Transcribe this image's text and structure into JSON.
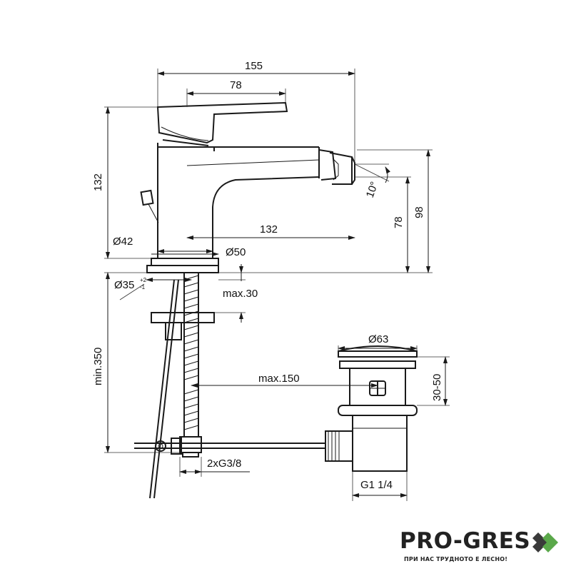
{
  "dimensions": {
    "overall_width": "155",
    "lever_length": "78",
    "overall_height": "132",
    "spout_reach": "132",
    "spout_height_to_outlet": "78",
    "spout_height_top": "98",
    "tilt_angle": "10°",
    "base_diameter": "Ø42",
    "escutcheon_diameter": "Ø50",
    "hole_diameter": "Ø35",
    "hole_tolerance_upper": "+2",
    "hole_tolerance_lower": "-1",
    "deck_thickness_max": "max.30",
    "hose_length_min": "min.350",
    "pop_up_distance_max": "max.150",
    "waste_cap_diameter": "Ø63",
    "waste_thickness_range": "30-50",
    "connections": "2xG3/8",
    "waste_thread": "G1 1/4"
  },
  "brand": {
    "name": "PRO-GRES",
    "tagline": "ПРИ НАС ТРУДНОТО Е ЛЕСНО!",
    "mark_color_dark": "#3a3a3a",
    "mark_color_accent": "#5aa84a"
  }
}
